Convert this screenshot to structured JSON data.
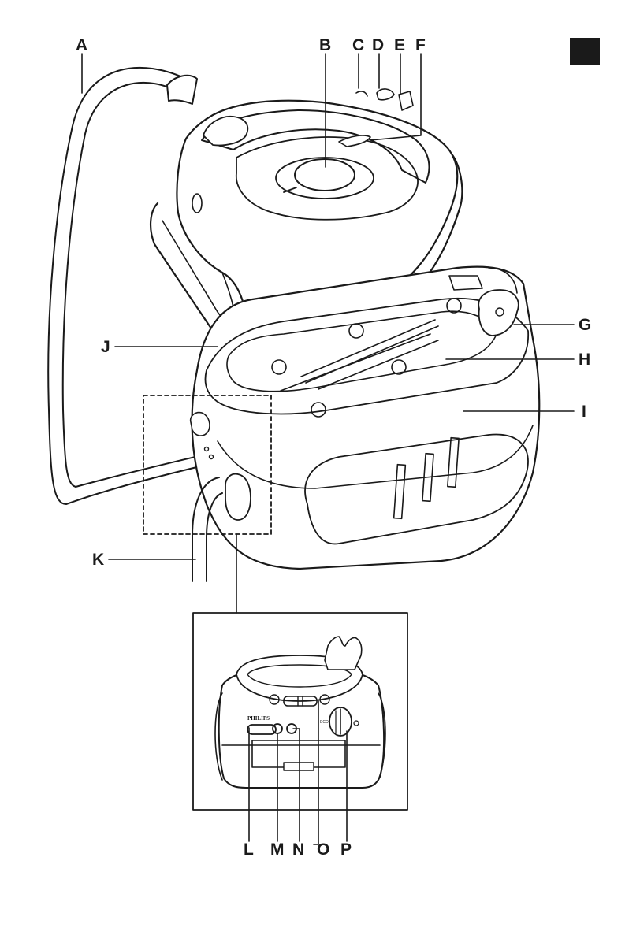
{
  "figure": {
    "language_badge_color": "#1a1a1a",
    "line_color": "#1a1a1a",
    "labels": {
      "A": "A",
      "B": "B",
      "C": "C",
      "D": "D",
      "E": "E",
      "F": "F",
      "G": "G",
      "H": "H",
      "I": "I",
      "J": "J",
      "K": "K",
      "L": "L",
      "M": "M",
      "N": "N",
      "O": "O",
      "P": "P"
    },
    "detail_panel": {
      "brand": "PHILIPS",
      "dial_text": "ECO"
    }
  }
}
